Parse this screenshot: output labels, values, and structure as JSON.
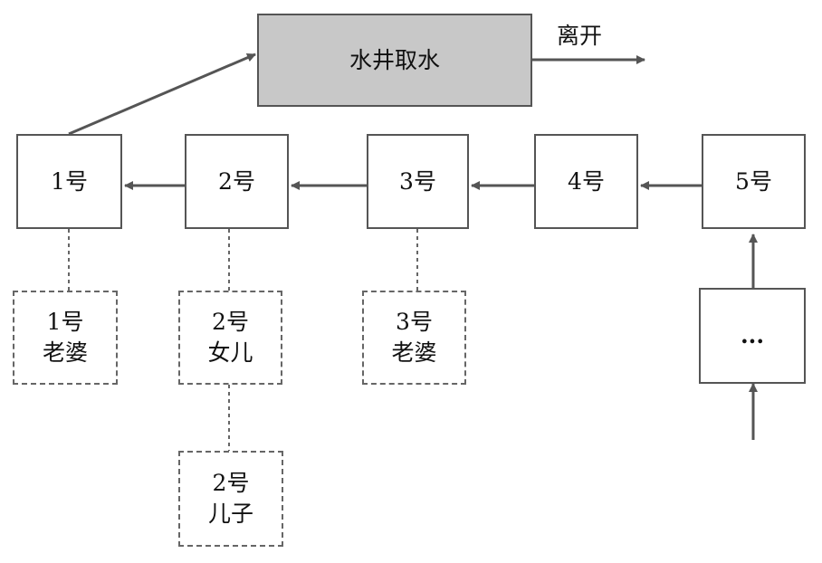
{
  "well": {
    "label": "水井取水"
  },
  "exit_label": "离开",
  "queue": [
    {
      "id": "n1",
      "label": "1号"
    },
    {
      "id": "n2",
      "label": "2号"
    },
    {
      "id": "n3",
      "label": "3号"
    },
    {
      "id": "n4",
      "label": "4号"
    },
    {
      "id": "n5",
      "label": "5号"
    }
  ],
  "more": {
    "label": "..."
  },
  "companions": [
    {
      "id": "c1",
      "line1": "1号",
      "line2": "老婆"
    },
    {
      "id": "c2",
      "line1": "2号",
      "line2": "女儿"
    },
    {
      "id": "c3",
      "line1": "3号",
      "line2": "老婆"
    },
    {
      "id": "c4",
      "line1": "2号",
      "line2": "儿子"
    }
  ],
  "colors": {
    "stroke": "#555555",
    "well_fill": "#c8c8c8",
    "dashed": "#666666"
  }
}
